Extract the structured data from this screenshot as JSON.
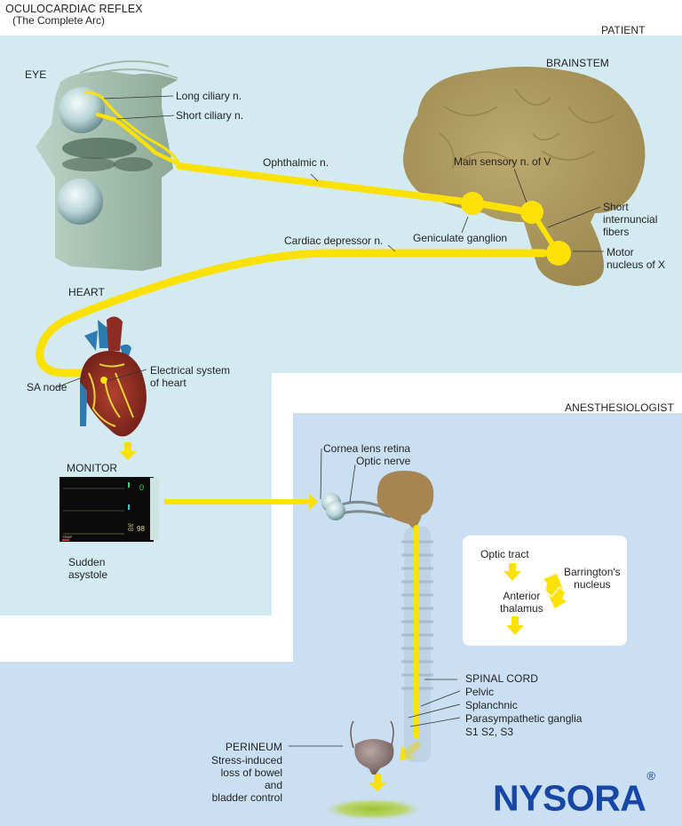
{
  "title": {
    "line1": "OCULOCARDIAC REFLEX",
    "line2": "(The Complete Arc)"
  },
  "colors": {
    "patient_panel": "#d3eaf1",
    "anesthesiologist_panel": "#cadff2",
    "nerve_yellow": "#fbe106",
    "brain_tan": "#a8955a",
    "logo_blue": "#1646a6"
  },
  "patient": {
    "section_label": "PATIENT",
    "eye": {
      "label": "EYE",
      "long_ciliary": "Long ciliary n.",
      "short_ciliary": "Short ciliary n."
    },
    "brainstem": {
      "label": "BRAINSTEM",
      "main_sensory": "Main sensory n. of V",
      "geniculate": "Geniculate ganglion",
      "short_internuncial": [
        "Short",
        "internuncial",
        "fibers"
      ],
      "motor_nucleus": [
        "Motor",
        "nucleus of X"
      ]
    },
    "nerves": {
      "ophthalmic": "Ophthalmic n.",
      "cardiac_depressor": "Cardiac depressor n."
    },
    "heart": {
      "label": "HEART",
      "sa_node": "SA node",
      "electrical_system": [
        "Electrical system",
        "of heart"
      ]
    },
    "monitor": {
      "label": "MONITOR",
      "hr_value": "0",
      "spo2_label": [
        "Sp",
        "O2"
      ],
      "spo2_value": "98",
      "temp_label": "TEMP",
      "caption": [
        "Sudden",
        "asystole"
      ]
    }
  },
  "anesthesiologist": {
    "section_label": "ANESTHESIOLOGIST",
    "eye_labels": {
      "cornea": "Cornea lens retina",
      "optic_nerve": "Optic nerve"
    },
    "pathway_box": {
      "optic_tract": "Optic tract",
      "anterior_thalamus": [
        "Anterior",
        "thalamus"
      ],
      "barrington": [
        "Barrington's",
        "nucleus"
      ]
    },
    "spine": {
      "spinal_cord": "SPINAL CORD",
      "pelvic": "Pelvic",
      "splanchnic": "Splanchnic",
      "parasympathetic": "Parasympathetic ganglia",
      "segments": "S1 S2, S3"
    },
    "perineum": {
      "label": "PERINEUM",
      "description": [
        "Stress-induced",
        "loss of bowel",
        "and",
        "bladder control"
      ]
    }
  },
  "logo": {
    "text": "NYSORA",
    "mark": "®"
  }
}
